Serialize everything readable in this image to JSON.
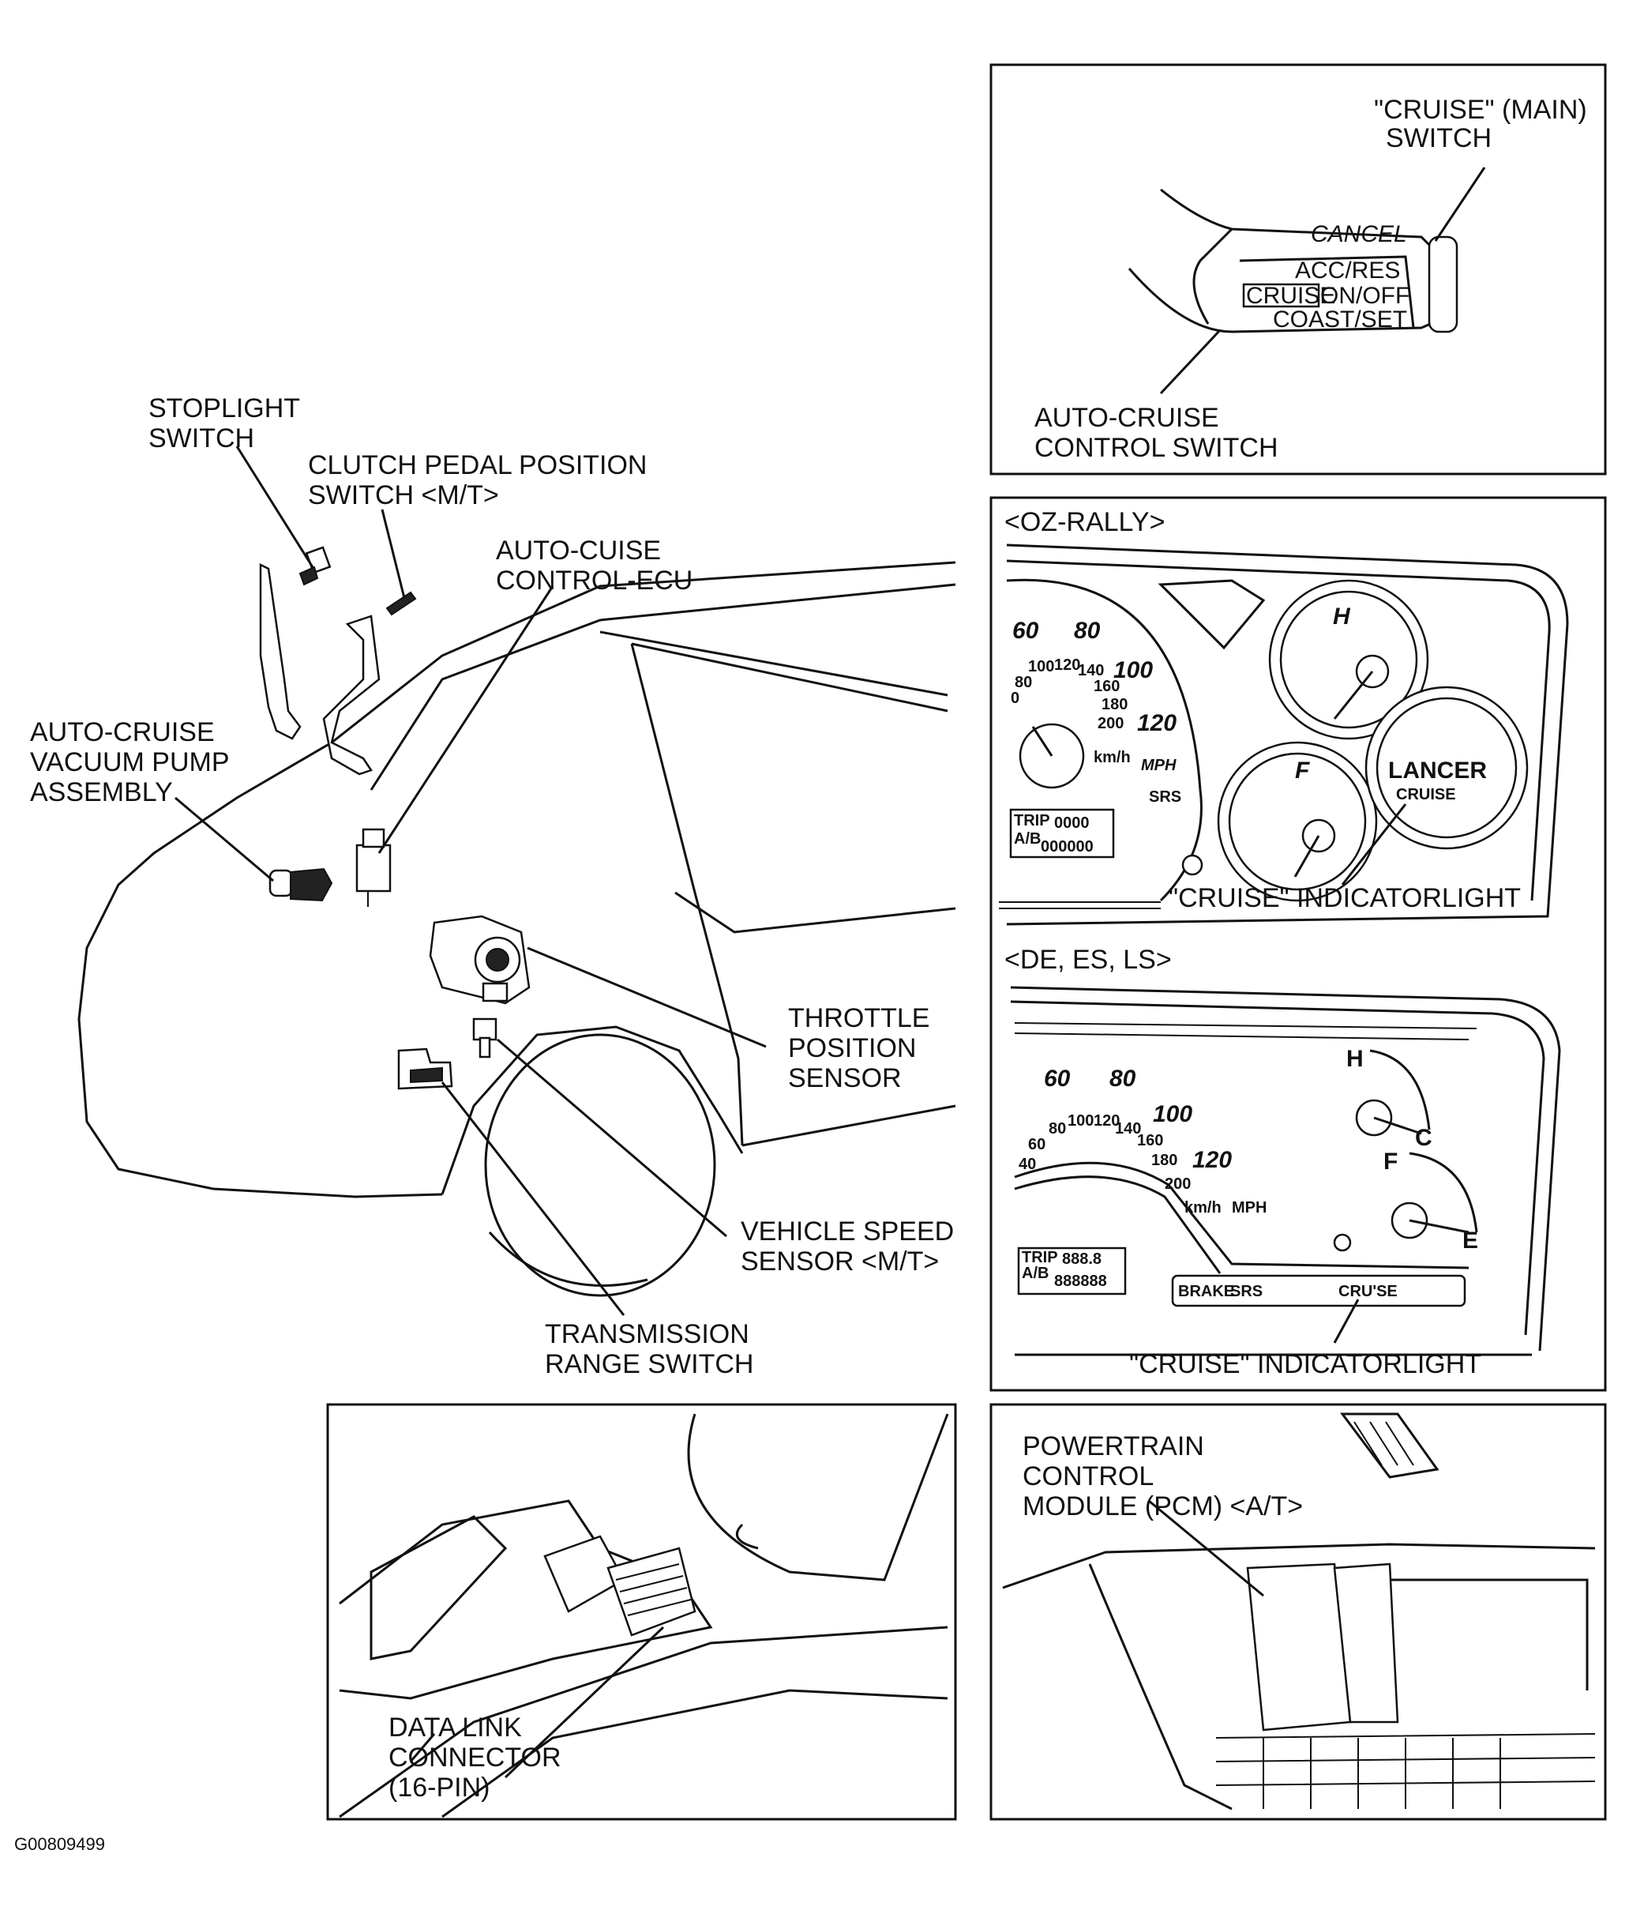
{
  "labels": {
    "stoplight_switch": [
      "STOPLIGHT",
      "SWITCH"
    ],
    "clutch_switch": [
      "CLUTCH PEDAL POSITION",
      "SWITCH <M/T>"
    ],
    "ecu": [
      "AUTO-CUISE",
      "CONTROL-ECU"
    ],
    "vacuum_pump": [
      "AUTO-CRUISE",
      "VACUUM PUMP",
      "ASSEMBLY"
    ],
    "throttle_sensor": [
      "THROTTLE",
      "POSITION",
      "SENSOR"
    ],
    "speed_sensor": [
      "VEHICLE SPEED",
      "SENSOR <M/T>"
    ],
    "range_switch": [
      "TRANSMISSION",
      "RANGE SWITCH"
    ],
    "main_switch": [
      "\"CRUISE\" (MAIN)",
      "SWITCH"
    ],
    "control_switch": [
      "AUTO-CRUISE",
      "CONTROL SWITCH"
    ],
    "data_link": [
      "DATA LINK",
      "CONNECTOR",
      "(16-PIN)"
    ],
    "pcm": [
      "POWERTRAIN",
      "CONTROL",
      "MODULE (PCM) <A/T>"
    ]
  },
  "switch_panel": {
    "cancel": "CANCEL",
    "acc_res": "ACC/RES",
    "cruise_box": "CRUISE",
    "on_off": "ON/OFF",
    "coast_set": "COAST/SET"
  },
  "oz_rally": {
    "variant": "<OZ-RALLY>",
    "speeds": [
      "60",
      "80",
      "100",
      "120"
    ],
    "kmh_scale": [
      "0",
      "80",
      "100",
      "120",
      "140",
      "160",
      "180",
      "200"
    ],
    "kmh": "km/h",
    "mph": "MPH",
    "srs": "SRS",
    "odo_labels": [
      "TRIP",
      "A/B"
    ],
    "odo_top": "0000",
    "odo_bottom": "000000",
    "temp_h": "H",
    "fuel_f": "F",
    "brand": "LANCER",
    "cruise_lamp": "CRUISE",
    "indicator": "\"CRUISE\" INDICATORLIGHT"
  },
  "de_es_ls": {
    "variant": "<DE, ES, LS>",
    "speeds": [
      "60",
      "80",
      "100",
      "120"
    ],
    "kmh_scale": [
      "40",
      "60",
      "80",
      "100",
      "120",
      "140",
      "160",
      "180",
      "200"
    ],
    "kmh": "km/h",
    "mph": "MPH",
    "temp_h": "H",
    "temp_c": "C",
    "fuel_f": "F",
    "fuel_e": "E",
    "odo_labels": [
      "TRIP",
      "A/B"
    ],
    "odo_top": "888.8",
    "odo_bottom": "888888",
    "warning_lamps": [
      "BRAKE",
      "SRS"
    ],
    "cruise_lamp": "CRU'SE",
    "indicator": "\"CRUISE\" INDICATORLIGHT"
  },
  "figure_id": "G00809499"
}
